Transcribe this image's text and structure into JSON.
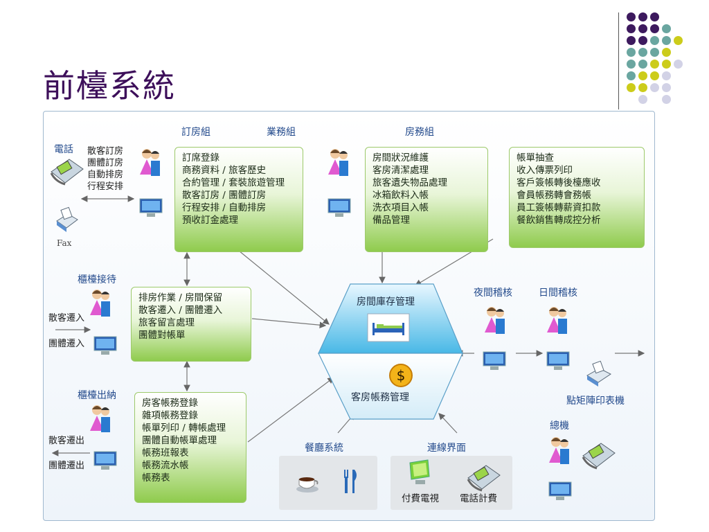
{
  "title": "前檯系統",
  "headers": {
    "booking": "訂房組",
    "business": "業務組",
    "housekeeping": "房務組"
  },
  "phone": {
    "label": "電話",
    "items": [
      "散客訂房",
      "團體訂房",
      "自動排房",
      "行程安排"
    ]
  },
  "fax": "Fax",
  "booking_box": [
    "訂席登錄",
    "商務資料 / 旅客歷史",
    "合約管理 / 套裝旅遊管理",
    "散客訂房 / 團體訂房",
    "行程安排 / 自動排房",
    "預收訂金處理"
  ],
  "housekeeping_box": [
    "房間狀況維護",
    "客房清潔處理",
    "旅客遺失物品處理",
    "冰箱飲料入帳",
    "洗衣項目入帳",
    "備品管理"
  ],
  "account_box": [
    "帳單抽查",
    "收入傳票列印",
    "客戶簽帳轉後檯應收",
    "會員帳務轉會務帳",
    "員工簽帳轉薪資扣款",
    "餐飲銷售轉成控分析"
  ],
  "reception": {
    "label": "櫃檯接待",
    "in1": "散客遷入",
    "in2": "團體遷入",
    "box": [
      "排房作業 / 房間保留",
      "散客遷入 / 團體遷入",
      "旅客留言處理",
      "團體對帳單"
    ]
  },
  "cashier": {
    "label": "櫃檯出納",
    "out1": "散客遷出",
    "out2": "團體遷出",
    "box": [
      "房客帳務登錄",
      "雜項帳務登錄",
      "帳單列印 / 轉帳處理",
      "團體自動帳單處理",
      "帳務班報表",
      "帳務流水帳",
      "帳務表"
    ]
  },
  "center": {
    "top": "房間庫存管理",
    "bottom": "客房帳務管理"
  },
  "night_audit": "夜間稽核",
  "day_audit": "日間稽核",
  "printer": "點矩陣印表機",
  "operator": "總機",
  "restaurant": "餐廳系統",
  "interface": {
    "label": "連線界面",
    "pay_tv": "付費電視",
    "phone_billing": "電話計費"
  },
  "colors": {
    "title": "#3d0f5a",
    "purple": "#3d1a5e",
    "teal": "#6aa6a0",
    "yellow": "#cccc1a",
    "lavender": "#d2d2e6",
    "green": "#8fcb4d",
    "label_blue": "#234a8c"
  }
}
